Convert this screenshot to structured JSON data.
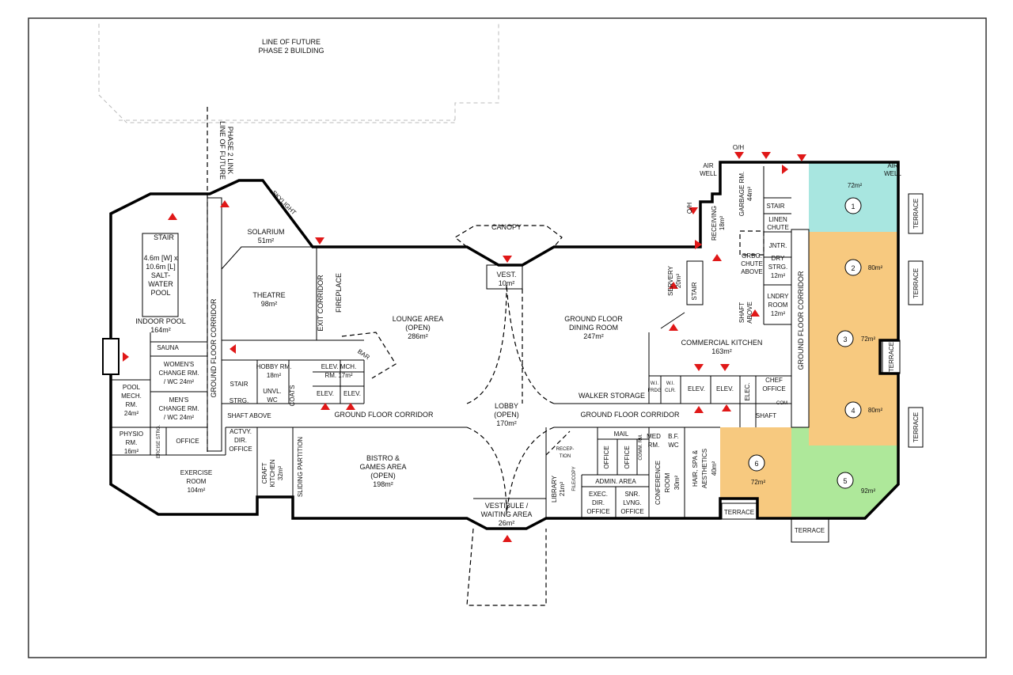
{
  "future": {
    "building_l1": "LINE OF FUTURE",
    "building_l2": "PHASE 2 BUILDING",
    "link_l1": "LINE OF FUTURE",
    "link_l2": "PHASE 2 LINK"
  },
  "rooms": {
    "skylight": "SKYLIGHT",
    "solarium": "SOLARIUM",
    "solarium_area": "51m²",
    "canopy": "CANOPY",
    "vest": "VEST.",
    "vest_area": "10m²",
    "stair": "STAIR",
    "pool_dims_1": "4.6m [W] x",
    "pool_dims_2": "10.6m [L]",
    "pool_salt_1": "SALT-",
    "pool_salt_2": "WATER",
    "pool_salt_3": "POOL",
    "indoor_pool": "INDOOR POOL",
    "indoor_pool_area": "164m²",
    "corridor": "GROUND FLOOR CORRIDOR",
    "theatre": "THEATRE",
    "theatre_area": "98m²",
    "exit_corridor": "EXIT CORRIDOR",
    "fireplace": "FIREPLACE",
    "lounge_1": "LOUNGE AREA",
    "lounge_2": "(OPEN)",
    "lounge_area": "286m²",
    "dining_1": "GROUND FLOOR",
    "dining_2": "DINING ROOM",
    "dining_area": "247m²",
    "servery": "SERVERY",
    "servery_area": "20m²",
    "receiving": "RECEIVING",
    "receiving_area": "18m²",
    "garbage": "GARBAGE RM.",
    "garbage_area": "44m²",
    "air_well_1": "AIR",
    "air_well_2": "WELL",
    "oh": "O/H",
    "linen_1": "LINEN",
    "linen_2": "CHUTE",
    "jntr": "JNTR.",
    "grbg_1": "GRBG.",
    "grbg_2": "CHUTE",
    "grbg_3": "ABOVE",
    "dry_1": "DRY",
    "dry_2": "STRG.",
    "dry_area": "12m²",
    "shaft": "SHAFT",
    "above": "ABOVE",
    "lndry_1": "LNDRY",
    "lndry_2": "ROOM",
    "lndry_area": "12m²",
    "comm_kitchen": "COMMERCIAL KITCHEN",
    "comm_kitchen_area": "163m²",
    "sauna": "SAUNA",
    "womens_1": "WOMEN'S",
    "womens_2": "CHANGE RM.",
    "womens_3": "/ WC  24m²",
    "mens_1": "MEN'S",
    "mens_2": "CHANGE RM.",
    "mens_3": "/ WC  24m²",
    "pool_mech_1": "POOL",
    "pool_mech_2": "MECH.",
    "pool_mech_3": "RM.",
    "pool_mech_area": "24m²",
    "physio_1": "PHYSIO",
    "physio_2": "RM.",
    "physio_area": "16m²",
    "ercise_strg": "ERCISE STRG.",
    "office": "OFFICE",
    "hobby": "HOBBY RM.",
    "hobby_area": "18m²",
    "elev_mch_1": "ELEV. MCH.",
    "elev_mch_2": "RM.  17m²",
    "bar": "BAR",
    "strg": "STRG.",
    "unvl_wc_1": "UNVL.",
    "unvl_wc_2": "WC",
    "coats": "COATS",
    "elev": "ELEV.",
    "shaft_above": "SHAFT ABOVE",
    "lobby_1": "LOBBY",
    "lobby_2": "(OPEN)",
    "lobby_area": "170m²",
    "walker": "WALKER STORAGE",
    "wi_frdg_1": "W.I.",
    "wi_frdg_2": "FRDG",
    "wi_clr_1": "W.I.",
    "wi_clr_2": "CLR.",
    "elec": "ELEC.",
    "chef_1": "CHEF",
    "chef_2": "OFFICE",
    "com": "COM",
    "actvy_1": "ACTVY.",
    "actvy_2": "DIR.",
    "actvy_3": "OFFICE",
    "exercise_1": "EXERCISE",
    "exercise_2": "ROOM",
    "exercise_area": "104m²",
    "craft_1": "CRAFT",
    "craft_2": "KITCHEN",
    "craft_area": "32m²",
    "sliding": "SLIDING PARTITION",
    "bistro_1": "BISTRO &",
    "bistro_2": "GAMES AREA",
    "bistro_3": "(OPEN)",
    "bistro_area": "198m²",
    "reception_1": "RECEP-",
    "reception_2": "TION",
    "filecopy": "FILE/COPY",
    "library": "LIBRARY",
    "library_area": "21m²",
    "mail": "MAIL",
    "med_1": "MED",
    "med_2": "RM.",
    "bfwc_1": "B.F.",
    "bfwc_2": "WC",
    "admin": "ADMIN. AREA",
    "exec_1": "EXEC.",
    "exec_2": "DIR.",
    "exec_3": "OFFICE",
    "snr_1": "SNR.",
    "snr_2": "LVNG.",
    "snr_3": "OFFICE",
    "conf_1": "CONFERENCE",
    "conf_2": "ROOM",
    "conf_area": "30m²",
    "spa_1": "HAIR, SPA &",
    "spa_2": "AESTHETICS",
    "spa_area": "40m²",
    "vestibule_1": "VESTIBULE /",
    "vestibule_2": "WAITING AREA",
    "vestibule_area": "26m²",
    "terrace": "TERRACE",
    "comm_tiny": "COMM. RM."
  },
  "units": [
    {
      "num": "1",
      "area": "72m²",
      "color": "#a8e6e0"
    },
    {
      "num": "2",
      "area": "80m²",
      "color": "#f7c97f"
    },
    {
      "num": "3",
      "area": "72m²",
      "color": "#f7c97f"
    },
    {
      "num": "4",
      "area": "80m²",
      "color": "#f7c97f"
    },
    {
      "num": "5",
      "area": "92m²",
      "color": "#aee89a"
    },
    {
      "num": "6",
      "area": "72m²",
      "color": "#f7c97f"
    }
  ],
  "colors": {
    "wall": "#000000",
    "arrow": "#e01818"
  }
}
